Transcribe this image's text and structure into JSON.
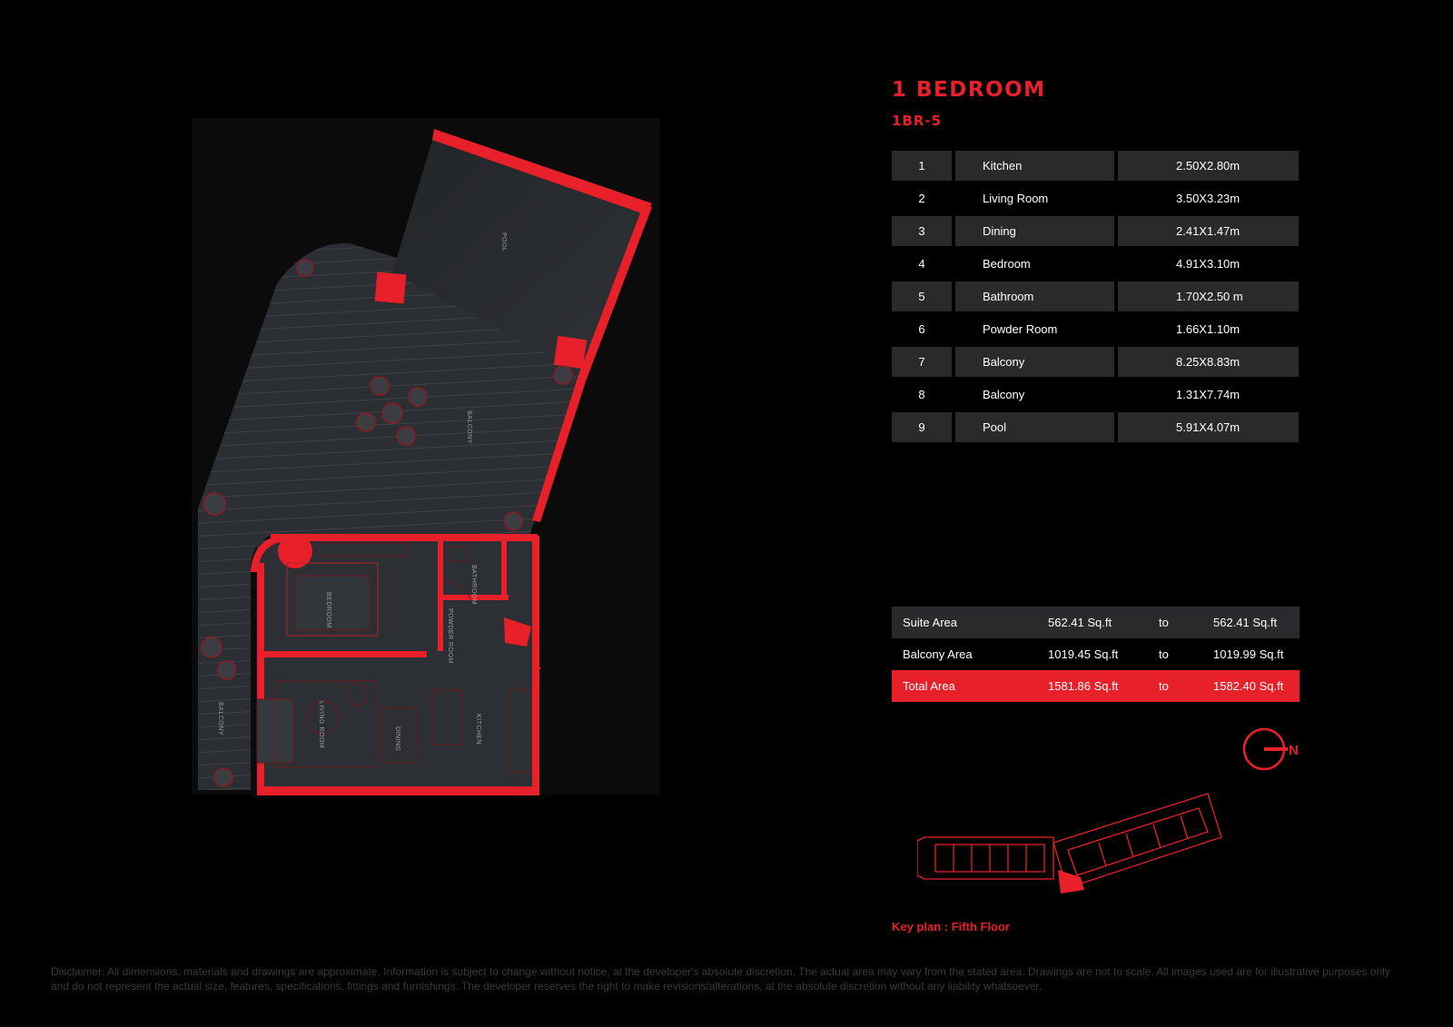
{
  "unit": {
    "title": "1 BEDROOM",
    "code": "1BR-5"
  },
  "rooms": [
    {
      "num": "1",
      "name": "Kitchen",
      "dim": "2.50X2.80m"
    },
    {
      "num": "2",
      "name": "Living Room",
      "dim": "3.50X3.23m"
    },
    {
      "num": "3",
      "name": "Dining",
      "dim": "2.41X1.47m"
    },
    {
      "num": "4",
      "name": "Bedroom",
      "dim": "4.91X3.10m"
    },
    {
      "num": "5",
      "name": "Bathroom",
      "dim": "1.70X2.50 m"
    },
    {
      "num": "6",
      "name": "Powder Room",
      "dim": "1.66X1.10m"
    },
    {
      "num": "7",
      "name": "Balcony",
      "dim": "8.25X8.83m"
    },
    {
      "num": "8",
      "name": "Balcony",
      "dim": "1.31X7.74m"
    },
    {
      "num": "9",
      "name": "Pool",
      "dim": "5.91X4.07m"
    }
  ],
  "areas": [
    {
      "label": "Suite Area",
      "from": "562.41 Sq.ft",
      "to_word": "to",
      "to": "562.41 Sq.ft"
    },
    {
      "label": "Balcony Area",
      "from": "1019.45 Sq.ft",
      "to_word": "to",
      "to": "1019.99 Sq.ft"
    },
    {
      "label": "Total Area",
      "from": "1581.86 Sq.ft",
      "to_word": "to",
      "to": "1582.40 Sq.ft"
    }
  ],
  "plan_labels": {
    "pool": "POOL",
    "balcony_main": "BALCONY",
    "balcony_side": "BALCONY",
    "bedroom": "BEDROOM",
    "bathroom": "BATHROOM",
    "powder_room": "POWDER ROOM",
    "living_room": "LIVING ROOM",
    "dining": "DINING",
    "kitchen": "KITCHEN"
  },
  "north_label": "N",
  "keyplan_label": "Key plan : Fifth Floor",
  "disclaimer": "Disclaimer: All dimensions, materials and drawings are approximate. Information is subject to change without notice, at the developer's absolute discretion. The actual area may vary from the stated area. Drawings are not to scale. All images used are for illustrative purposes only and do not represent the actual size, features, specifications, fittings and furnishings. The developer reserves the right to make revisions/alterations, at the absolute discretion without any liability whatsoever.",
  "colors": {
    "accent": "#e8202a",
    "row_shade": "#2a2a2c",
    "background": "#000000"
  }
}
